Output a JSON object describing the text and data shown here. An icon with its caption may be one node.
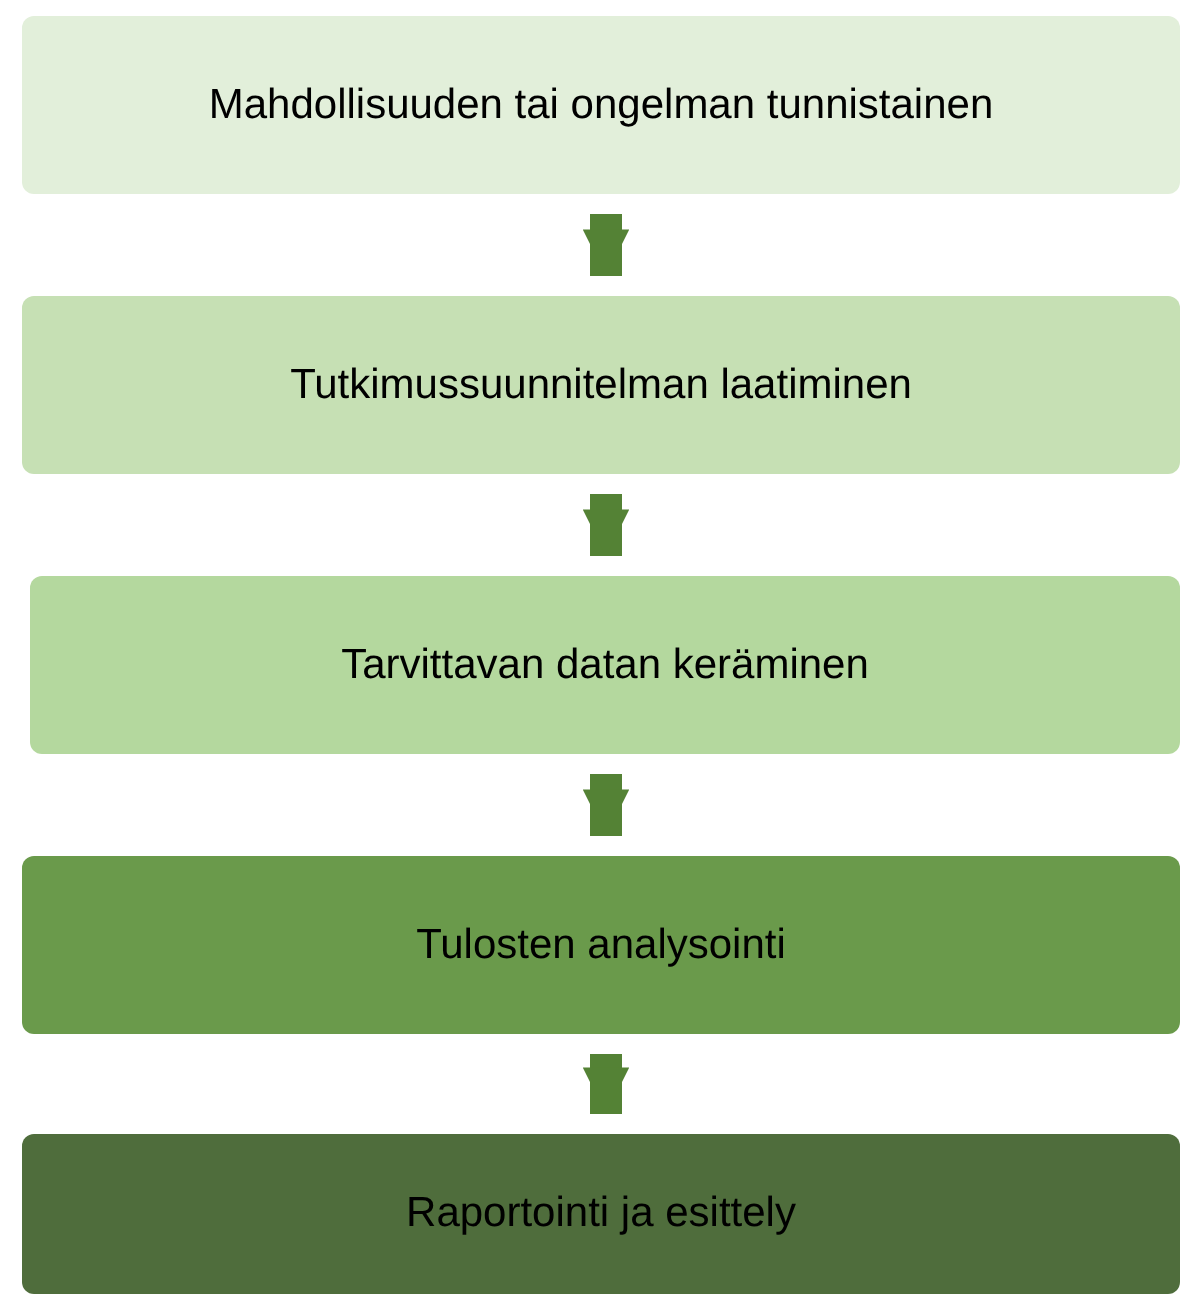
{
  "diagram": {
    "nodes": [
      {
        "text": [
          "Mahdollisuuden tai ongelman tunnistainen"
        ]
      },
      {
        "text": [
          "Tutkimussuunnitelman laatiminen"
        ]
      },
      {
        "text": [
          "Tarvittavan datan keräminen"
        ]
      },
      {
        "text": [
          "Tulosten analysointi"
        ]
      },
      {
        "text": [
          "Raportointi ja esittely"
        ]
      }
    ],
    "edges": [
      {
        "from": 0,
        "to": 1,
        "arrow": "to"
      },
      {
        "from": 1,
        "to": 2,
        "arrow": "to"
      },
      {
        "from": 2,
        "to": 3,
        "arrow": "to"
      },
      {
        "from": 3,
        "to": 4,
        "arrow": "to"
      }
    ]
  }
}
